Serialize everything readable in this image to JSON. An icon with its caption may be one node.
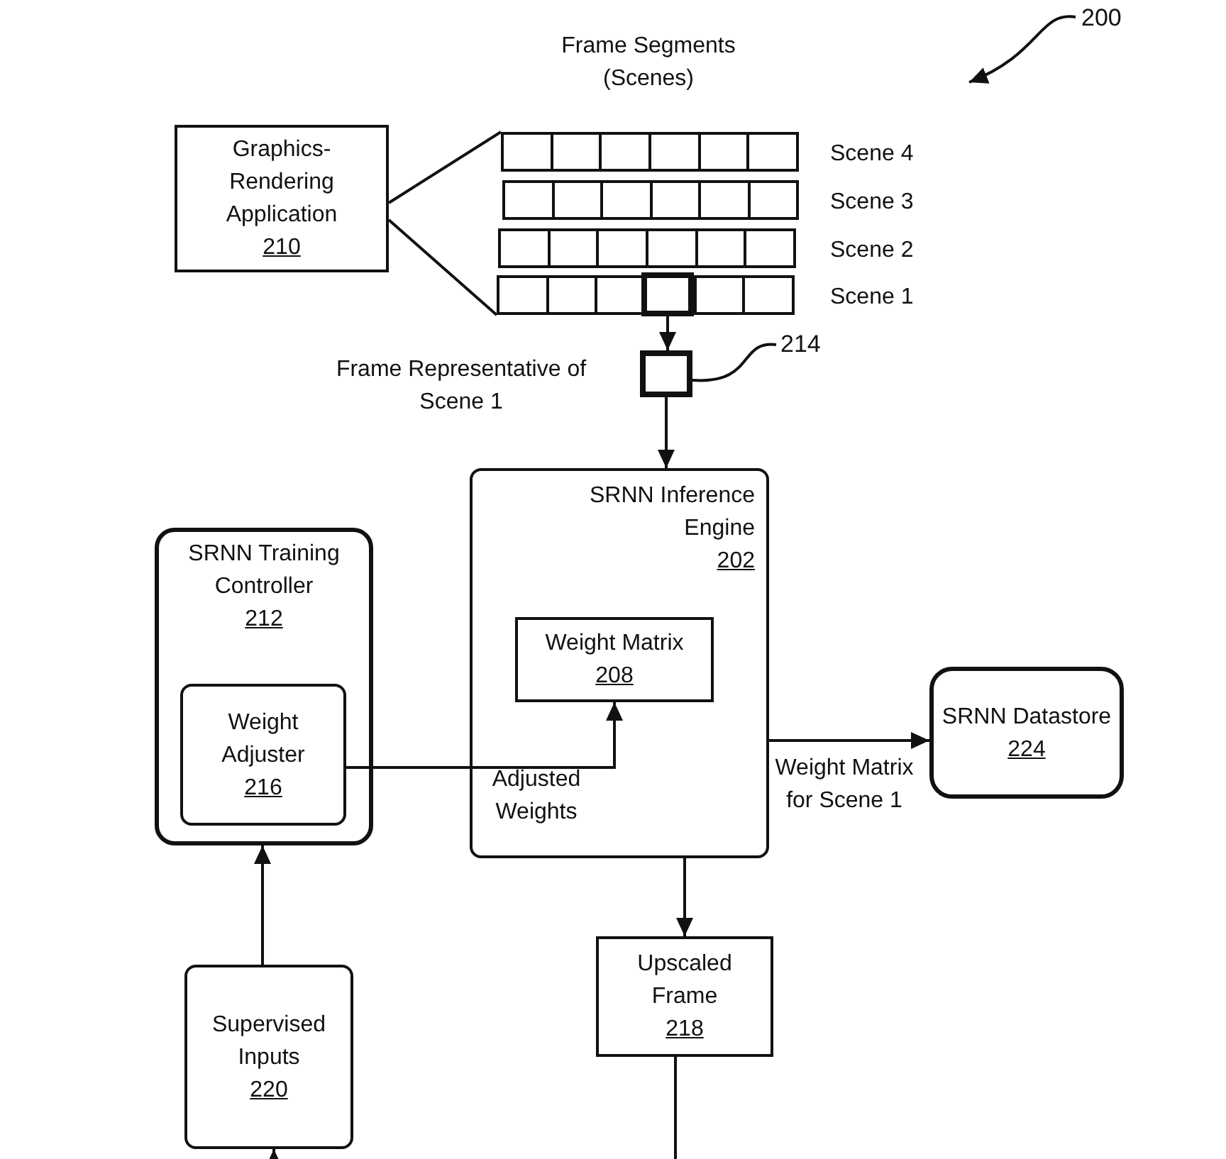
{
  "diagram": {
    "nodes": [
      {
        "text": [
          "200"
        ]
      },
      {
        "text": [
          "Graphics-Rendering Application",
          "210"
        ]
      },
      {
        "text": [],
        "shape": "bar",
        "beside": [
          "Scene 4"
        ]
      },
      {
        "text": [],
        "shape": "bar",
        "beside": [
          "Scene 3"
        ]
      },
      {
        "text": [],
        "shape": "bar",
        "beside": [
          "Scene 2"
        ]
      },
      {
        "text": [],
        "shape": "bar",
        "beside": [
          "Scene 1"
        ]
      },
      {
        "text": [],
        "shape": "box",
        "in": 5
      },
      {
        "text": [],
        "shape": "box",
        "beside": [
          "Frame Representative of Scene 1"
        ]
      },
      {
        "text": [
          "214"
        ]
      },
      {
        "text": [
          "SRNN Inference Engine",
          "202"
        ]
      },
      {
        "text": [
          "Weight Matrix",
          "208"
        ],
        "in": 9
      },
      {
        "text": [
          "SRNN Training Controller",
          "212"
        ]
      },
      {
        "text": [
          "Weight Adjuster",
          "216"
        ],
        "in": 11
      },
      {
        "text": [
          "SRNN Datastore",
          "224"
        ]
      },
      {
        "text": [
          "Upscaled Frame",
          "218"
        ]
      },
      {
        "text": [
          "Supervised Inputs",
          "220"
        ]
      }
    ],
    "edges": [
      {
        "from": 0,
        "to": null,
        "arrow": "to"
      },
      {
        "from": 1,
        "to": 2,
        "arrow": "none"
      },
      {
        "from": 1,
        "to": 5,
        "arrow": "none"
      },
      {
        "from": 6,
        "to": 7,
        "arrow": "to"
      },
      {
        "from": 8,
        "to": 7,
        "arrow": "none"
      },
      {
        "from": 7,
        "to": 9,
        "arrow": "to"
      },
      {
        "from": 12,
        "to": 10,
        "arrow": "to",
        "label": "Adjusted Weights"
      },
      {
        "from": 9,
        "to": 13,
        "arrow": "to",
        "label": "Weight Matrix for Scene 1"
      },
      {
        "from": 9,
        "to": 14,
        "arrow": "to"
      },
      {
        "from": 15,
        "to": 11,
        "arrow": "to"
      },
      {
        "from": 14,
        "to": null,
        "arrow": "none"
      },
      {
        "from": null,
        "to": 15,
        "arrow": "to"
      }
    ],
    "labels": [
      "Frame Segments (Scenes)"
    ]
  }
}
